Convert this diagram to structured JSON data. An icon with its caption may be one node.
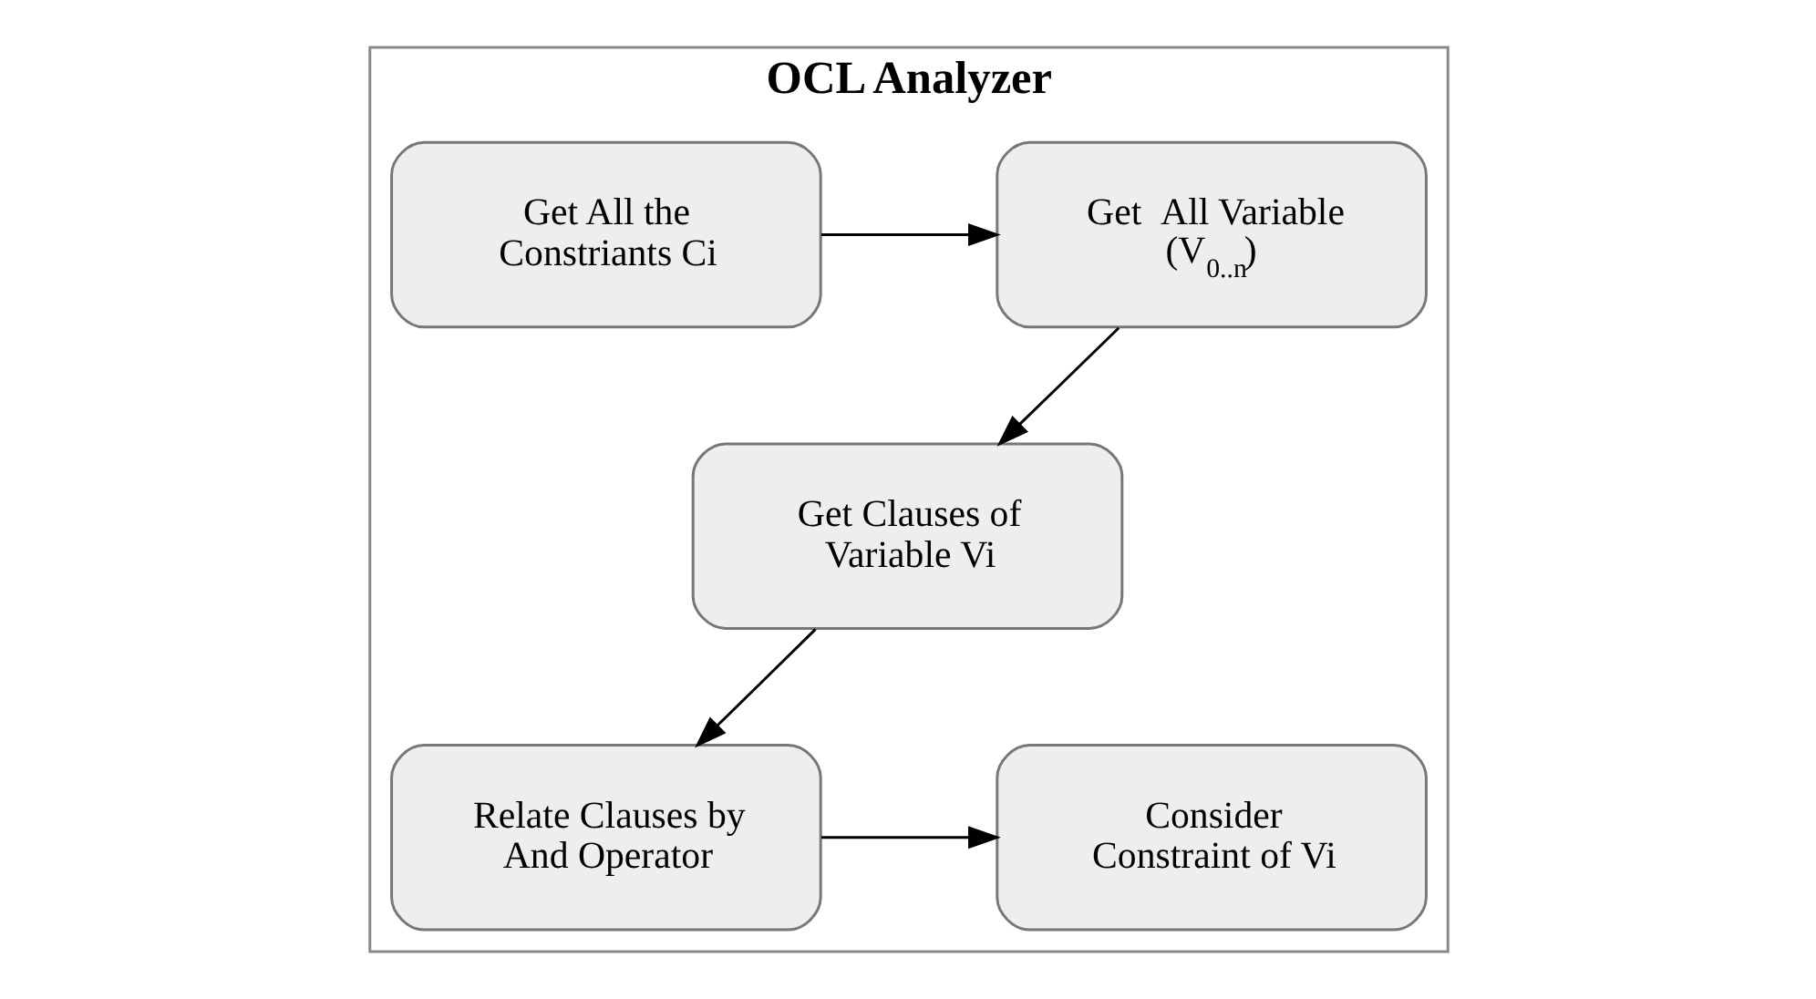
{
  "diagram": {
    "nodes": [
      {
        "text": [
          "OCL Analyzer"
        ]
      },
      {
        "text": [
          "Get All the Constriants Ci"
        ],
        "in": 0
      },
      {
        "text": [
          "Get  All Variable (V$_{0..n}$)"
        ],
        "in": 0
      },
      {
        "text": [
          "Get Clauses of Variable Vi"
        ],
        "in": 0
      },
      {
        "text": [
          "Relate Clauses by And Operator"
        ],
        "in": 0
      },
      {
        "text": [
          "Consider Constraint of Vi"
        ],
        "in": 0
      }
    ],
    "edges": [
      {
        "from": 1,
        "to": 2,
        "arrow": "to"
      },
      {
        "from": 2,
        "to": 3,
        "arrow": "to"
      },
      {
        "from": 3,
        "to": 4,
        "arrow": "to"
      },
      {
        "from": 4,
        "to": 5,
        "arrow": "to"
      }
    ]
  }
}
